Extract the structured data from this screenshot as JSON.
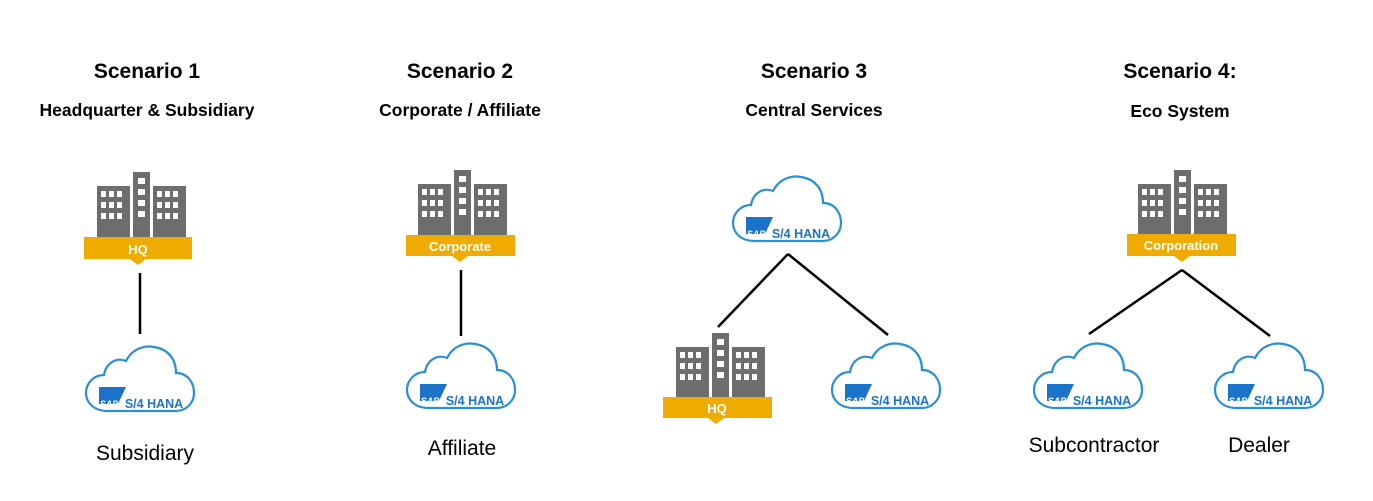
{
  "colors": {
    "building_gray": "#6d6d6d",
    "banner_gold": "#f0ab00",
    "cloud_blue": "#2a8fd6",
    "sap_blue": "#1a73c8",
    "line": "#000000"
  },
  "scenarios": [
    {
      "title": "Scenario 1",
      "subtitle": "Headquarter & Subsidiary",
      "building_label": "HQ",
      "caption": "Subsidiary"
    },
    {
      "title": "Scenario 2",
      "subtitle": "Corporate / Affiliate",
      "building_label": "Corporate",
      "caption": "Affiliate"
    },
    {
      "title": "Scenario 3",
      "subtitle": "Central Services",
      "building_label": "HQ",
      "caption": ""
    },
    {
      "title": "Scenario 4:",
      "subtitle": "Eco System",
      "building_label": "Corporation",
      "captions": [
        "Subcontractor",
        "Dealer"
      ]
    }
  ],
  "cloud_logo": {
    "sap": "SAP",
    "product": "S/4 HANA"
  },
  "icons": {
    "building": "office-building-icon",
    "cloud": "cloud-icon"
  }
}
